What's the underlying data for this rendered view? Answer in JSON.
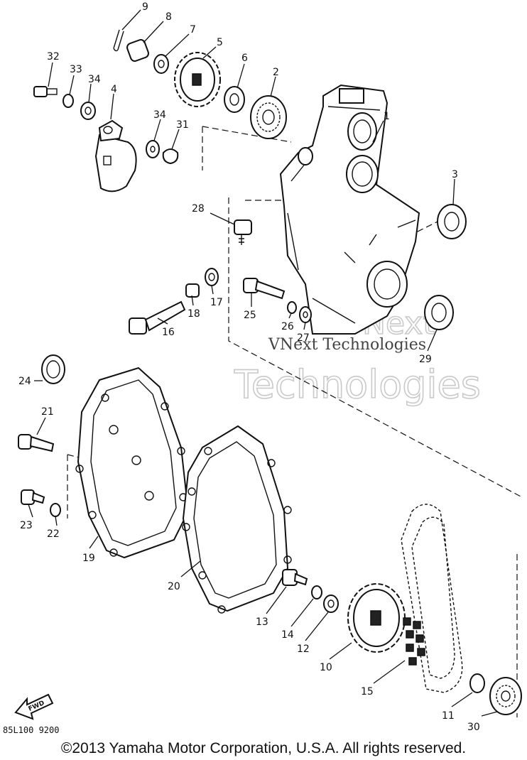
{
  "diagram": {
    "part_numbers": [
      "1",
      "2",
      "3",
      "4",
      "5",
      "6",
      "7",
      "8",
      "9",
      "10",
      "11",
      "12",
      "13",
      "14",
      "15",
      "16",
      "17",
      "18",
      "19",
      "20",
      "21",
      "22",
      "23",
      "24",
      "25",
      "26",
      "27",
      "28",
      "29",
      "30",
      "31",
      "32",
      "33",
      "34",
      "34"
    ],
    "direction_marker": "FWD",
    "diagram_code": "85L100 9200"
  },
  "watermark": {
    "line1": "VNext",
    "line2": "Technologies",
    "overlay": "VNext Technologies"
  },
  "footer": {
    "copyright": "©2013 Yamaha Motor Corporation, U.S.A. All rights reserved."
  }
}
